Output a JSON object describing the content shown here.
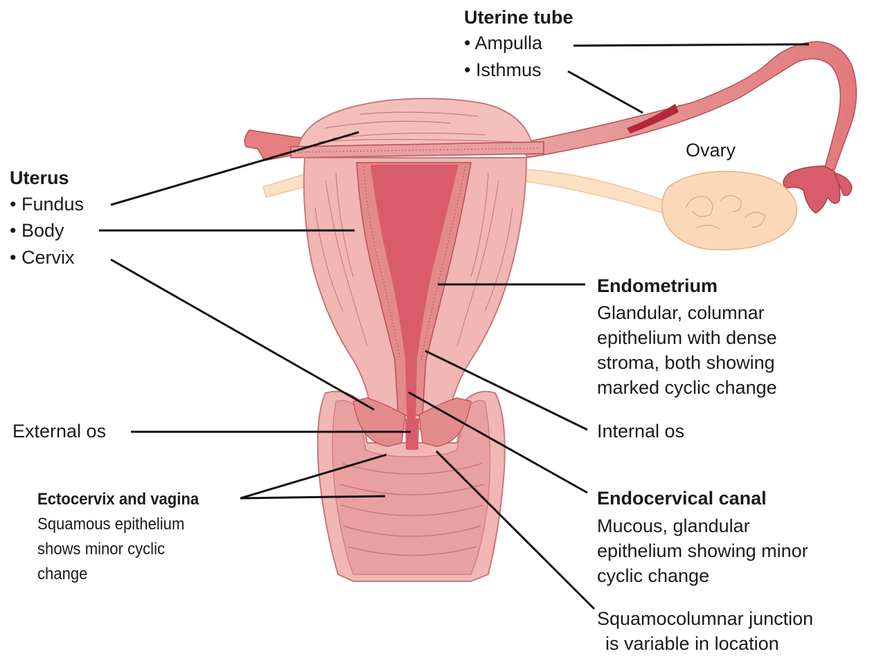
{
  "uterine_tube": {
    "heading": "Uterine tube",
    "parts": [
      "• Ampulla",
      "• Isthmus"
    ]
  },
  "ovary": {
    "label": "Ovary"
  },
  "uterus": {
    "heading": "Uterus",
    "parts": [
      "• Fundus",
      "• Body",
      "• Cervix"
    ]
  },
  "endometrium": {
    "heading": "Endometrium",
    "lines": [
      "Glandular, columnar",
      "epithelium with dense",
      "stroma, both showing",
      "marked cyclic change"
    ]
  },
  "internal_os": {
    "label": "Internal os"
  },
  "external_os": {
    "label": "External os"
  },
  "ectocervix": {
    "heading": "Ectocervix and vagina",
    "lines": [
      "Squamous epithelium",
      "shows minor cyclic",
      "change"
    ]
  },
  "endocervical_canal": {
    "heading": "Endocervical canal",
    "lines": [
      "Mucous, glandular",
      "epithelium showing minor",
      "cyclic change"
    ]
  },
  "squamocolumnar": {
    "lines": [
      "Squamocolumnar junction",
      "is variable in location"
    ]
  },
  "colors": {
    "tissue_light": "#f2b6b3",
    "tissue_mid": "#e38b8b",
    "cavity": "#d95c6a",
    "ovary": "#fbd9b8",
    "ligament": "#fce0c4",
    "leader_line": "#111111"
  }
}
